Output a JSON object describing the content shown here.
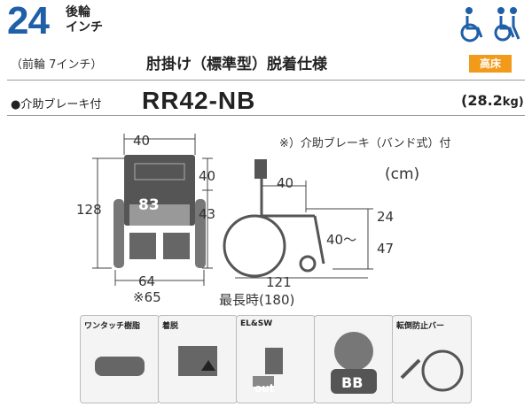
{
  "header": {
    "wheel_size": "24",
    "rear_wheel": "後輪",
    "inch": "インチ",
    "front_wheel": "（前輪 7インチ）",
    "armrest": "肘掛け（標準型）脱着仕様",
    "seat_badge": "高床",
    "brake": "●介助ブレーキ付",
    "model": "RR42-NB",
    "weight": "(28.2",
    "weight_unit": "kg)",
    "badge_color": "#f29a1a",
    "icon_color": "#1f5fa8"
  },
  "diagram": {
    "note": "※）介助ブレーキ（バンド式）付",
    "unit": "(cm)",
    "front_view": {
      "top_width": "40",
      "height": "128",
      "back_height": "40",
      "backrest": "83",
      "seat_to_arm": "43",
      "bottom_width": "64",
      "bottom_width_alt": "※65"
    },
    "side_view": {
      "headrest": "40",
      "arm_height": "24",
      "seat_depth": "40〜",
      "seat_height": "47",
      "length": "121",
      "max_length": "最長時(180)"
    }
  },
  "features": [
    {
      "label": "ワンタッチ樹脂",
      "icon": "one-touch-resin-icon"
    },
    {
      "label": "着脱",
      "icon": "detachable-armrest-icon"
    },
    {
      "label": "EL&SW",
      "icon": "elevating-swing-footrest-icon",
      "sub": "out"
    },
    {
      "label": "BB",
      "icon": "bb-brake-icon"
    },
    {
      "label": "転倒防止バー",
      "icon": "anti-tip-bar-icon"
    }
  ]
}
